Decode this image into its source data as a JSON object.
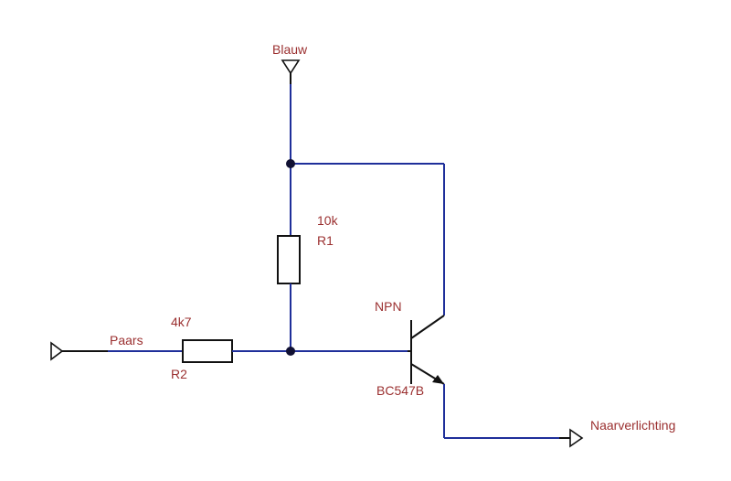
{
  "labels": {
    "blauw": "Blauw",
    "r1_value": "10k",
    "r1_name": "R1",
    "transistor_type": "NPN",
    "transistor_part": "BC547B",
    "paars": "Paars",
    "r2_value": "4k7",
    "r2_name": "R2",
    "naarverlichting": "Naarverlichting"
  },
  "colors": {
    "wire": "#1f2f9a",
    "label": "#9b3030",
    "component": "#111111"
  }
}
